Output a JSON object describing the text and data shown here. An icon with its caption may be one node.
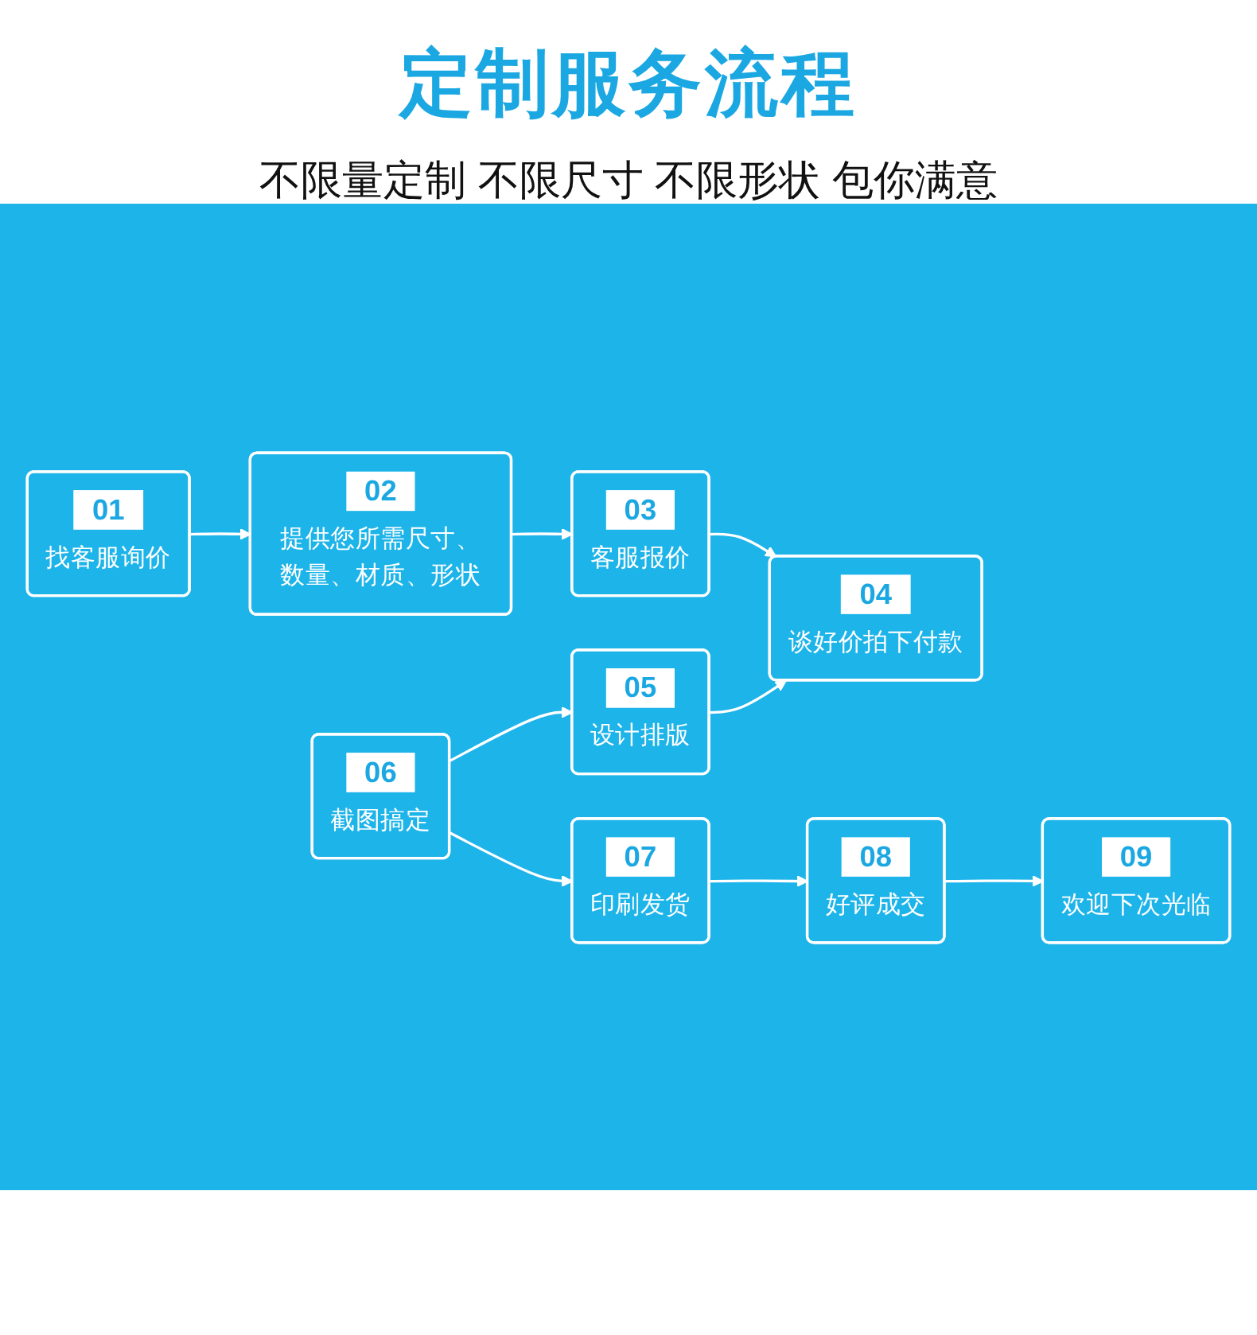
{
  "diagram": {
    "title": "定制服务流程",
    "nodes": [
      {
        "text": [
          "01",
          "找客服询价"
        ]
      },
      {
        "text": [
          "02",
          "提供您所需尺寸、数量、材质、形状"
        ]
      },
      {
        "text": [
          "03",
          "客服报价"
        ]
      },
      {
        "text": [
          "04",
          "谈好价拍下付款"
        ]
      },
      {
        "text": [
          "05",
          "设计排版"
        ]
      },
      {
        "text": [
          "06",
          "截图搞定"
        ]
      },
      {
        "text": [
          "07",
          "印刷发货"
        ]
      },
      {
        "text": [
          "08",
          "好评成交"
        ]
      },
      {
        "text": [
          "09",
          "欢迎下次光临"
        ]
      }
    ],
    "edges": [
      {
        "from": 0,
        "to": 1,
        "arrow": "to"
      },
      {
        "from": 1,
        "to": 2,
        "arrow": "to"
      },
      {
        "from": 2,
        "to": 3,
        "arrow": "to"
      },
      {
        "from": 5,
        "to": 4,
        "arrow": "to"
      },
      {
        "from": 4,
        "to": 3,
        "arrow": "to"
      },
      {
        "from": 5,
        "to": 6,
        "arrow": "to"
      },
      {
        "from": 6,
        "to": 7,
        "arrow": "to"
      },
      {
        "from": 7,
        "to": 8,
        "arrow": "to"
      }
    ],
    "labels": [
      "不限量定制 不限尺寸 不限形状 包你满意"
    ]
  }
}
